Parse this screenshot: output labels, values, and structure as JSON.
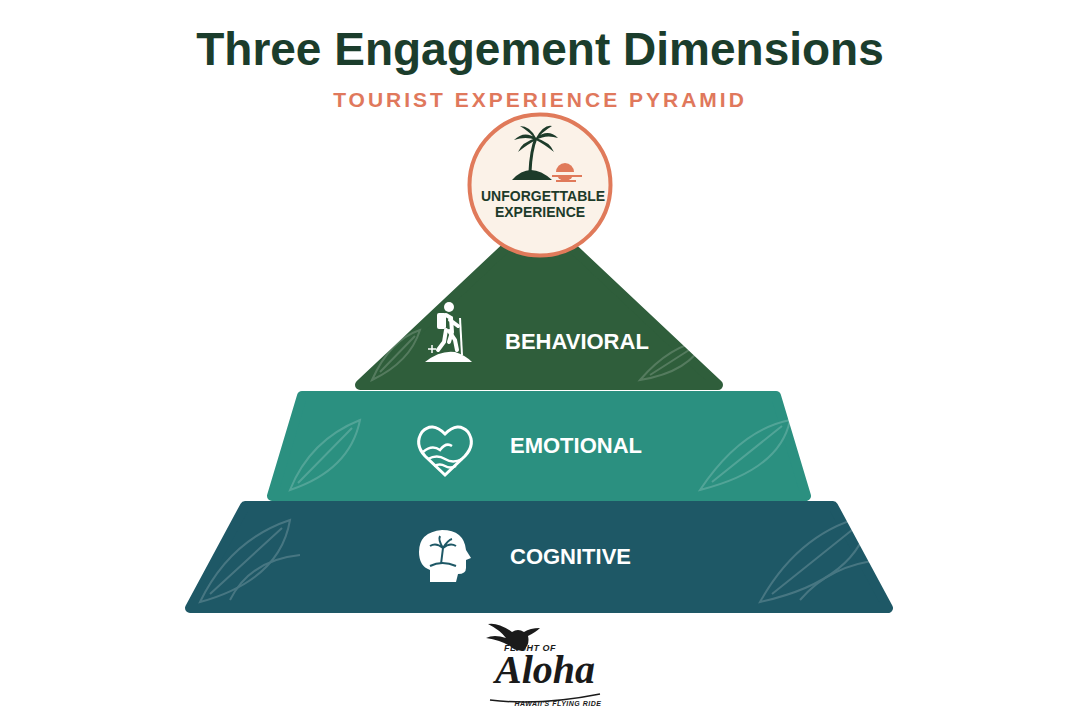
{
  "diagram": {
    "title": "Three Engagement Dimensions",
    "nodes": [
      {
        "text": [
          "UNFORGETTABLE EXPERIENCE"
        ]
      },
      {
        "text": [
          "BEHAVIORAL"
        ]
      },
      {
        "text": [
          "EMOTIONAL"
        ]
      },
      {
        "text": [
          "COGNITIVE"
        ]
      }
    ],
    "labels": [
      "TOURIST EXPERIENCE PYRAMID",
      "FLIGHT OF",
      "Aloha",
      "HAWAII'S FLYING RIDE"
    ]
  }
}
